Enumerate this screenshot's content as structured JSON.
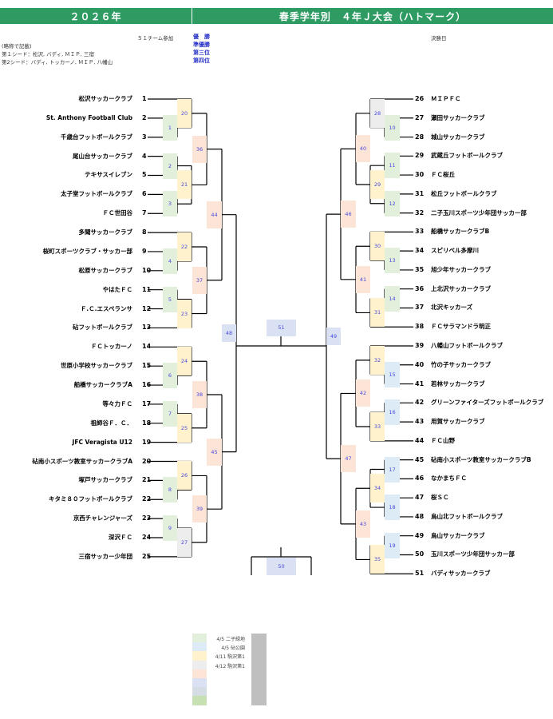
{
  "header": {
    "year": "２０２６年",
    "title": "春季学年別　４年Ｊ大会（ハトマーク）"
  },
  "notes": {
    "teams_count": "５１チーム参加",
    "abbrev": "(略称で記載)",
    "seed1": "第１シード：松沢, バディ, ＭＩＰ, 三宿",
    "seed2": "第2シード：バディ, トッカーノ, ＭＩＰ, 八幡山",
    "final_day": "決勝日"
  },
  "ranks": [
    "優　勝",
    "準優勝",
    "第三位",
    "第四位"
  ],
  "teams_left": [
    {
      "num": "1",
      "name": "松沢サッカークラブ"
    },
    {
      "num": "2",
      "name": "St. Anthony Football Club"
    },
    {
      "num": "3",
      "name": "千歳台フットボールクラブ"
    },
    {
      "num": "4",
      "name": "尾山台サッカークラブ"
    },
    {
      "num": "5",
      "name": "テキサスイレブン"
    },
    {
      "num": "6",
      "name": "太子堂フットボールクラブ"
    },
    {
      "num": "7",
      "name": "ＦＣ世田谷"
    },
    {
      "num": "8",
      "name": "多聞サッカークラブ"
    },
    {
      "num": "9",
      "name": "桜町スポーツクラブ・サッカー部"
    },
    {
      "num": "10",
      "name": "松原サッカークラブ"
    },
    {
      "num": "11",
      "name": "やはたＦＣ"
    },
    {
      "num": "12",
      "name": "Ｆ.Ｃ.エスペランサ"
    },
    {
      "num": "13",
      "name": "砧フットボールクラブ"
    },
    {
      "num": "14",
      "name": "ＦＣトッカーノ"
    },
    {
      "num": "15",
      "name": "世原小学校サッカークラブ"
    },
    {
      "num": "16",
      "name": "船橋サッカークラブA"
    },
    {
      "num": "17",
      "name": "等々力ＦＣ"
    },
    {
      "num": "18",
      "name": "祖師谷Ｆ．Ｃ．"
    },
    {
      "num": "19",
      "name": "JFC Veragista U12"
    },
    {
      "num": "20",
      "name": "砧南小スポーツ教室サッカークラブA"
    },
    {
      "num": "21",
      "name": "塚戸サッカークラブ"
    },
    {
      "num": "22",
      "name": "キタミ８０フットボールクラブ"
    },
    {
      "num": "23",
      "name": "京西チャレンジャーズ"
    },
    {
      "num": "24",
      "name": "深沢ＦＣ"
    },
    {
      "num": "25",
      "name": "三宿サッカー少年団"
    }
  ],
  "teams_right": [
    {
      "num": "26",
      "name": "ＭＩＰＦＣ"
    },
    {
      "num": "27",
      "name": "瀬田サッカークラブ"
    },
    {
      "num": "28",
      "name": "城山サッカークラブ"
    },
    {
      "num": "29",
      "name": "武蔵丘フットボールクラブ"
    },
    {
      "num": "30",
      "name": "ＦＣ桜丘"
    },
    {
      "num": "31",
      "name": "松丘フットボールクラブ"
    },
    {
      "num": "32",
      "name": "二子玉川スポーツ少年団サッカー部"
    },
    {
      "num": "33",
      "name": "船橋サッカークラブB"
    },
    {
      "num": "34",
      "name": "スピリベル多摩川"
    },
    {
      "num": "35",
      "name": "旭少年サッカークラブ"
    },
    {
      "num": "36",
      "name": "上北沢サッカークラブ"
    },
    {
      "num": "37",
      "name": "北沢キッカーズ"
    },
    {
      "num": "38",
      "name": "ＦＣサラマンドラ明正"
    },
    {
      "num": "39",
      "name": "八幡山フットボールクラブ"
    },
    {
      "num": "40",
      "name": "竹の子サッカークラブ"
    },
    {
      "num": "41",
      "name": "若林サッカークラブ"
    },
    {
      "num": "42",
      "name": "グリーンファイターズフットボールクラブ"
    },
    {
      "num": "43",
      "name": "用賀サッカークラブ"
    },
    {
      "num": "44",
      "name": "ＦＣ山野"
    },
    {
      "num": "45",
      "name": "砧南小スポーツ教室サッカークラブB"
    },
    {
      "num": "46",
      "name": "なかまちＦＣ"
    },
    {
      "num": "47",
      "name": "桜ＳＣ"
    },
    {
      "num": "48",
      "name": "烏山北フットボールクラブ"
    },
    {
      "num": "49",
      "name": "烏山サッカークラブ"
    },
    {
      "num": "50",
      "name": "玉川スポーツ少年団サッカー部"
    },
    {
      "num": "51",
      "name": "バディサッカークラブ"
    }
  ],
  "matches": {
    "m1": "1",
    "m2": "2",
    "m3": "3",
    "m4": "4",
    "m5": "5",
    "m6": "6",
    "m7": "7",
    "m8": "8",
    "m9": "9",
    "m10": "10",
    "m11": "11",
    "m12": "12",
    "m13": "13",
    "m14": "14",
    "m15": "15",
    "m16": "16",
    "m17": "17",
    "m18": "18",
    "m19": "19",
    "m20": "20",
    "m21": "21",
    "m22": "22",
    "m23": "23",
    "m24": "24",
    "m25": "25",
    "m26": "26",
    "m27": "27",
    "m28": "28",
    "m29": "29",
    "m30": "30",
    "m31": "31",
    "m32": "32",
    "m33": "33",
    "m34": "34",
    "m35": "35",
    "m36": "36",
    "m37": "37",
    "m38": "38",
    "m39": "39",
    "m40": "40",
    "m41": "41",
    "m42": "42",
    "m43": "43",
    "m44": "44",
    "m45": "45",
    "m46": "46",
    "m47": "47",
    "m48": "48",
    "m49": "49",
    "m50": "50",
    "m51": "51"
  },
  "legend": [
    {
      "label": "4/5 二子緑地",
      "color": "#e2efda"
    },
    {
      "label": "4/5 砧公園",
      "color": "#ddebf7"
    },
    {
      "label": "4/11 駒沢第1",
      "color": "#fff2cc"
    },
    {
      "label": "4/12 駒沢第1",
      "color": "#ededed"
    },
    {
      "label": "",
      "color": "#fce4d6"
    },
    {
      "label": "",
      "color": "#d9e1f2"
    },
    {
      "label": "",
      "color": "#d6dce4"
    },
    {
      "label": "",
      "color": "#c6e0b4"
    }
  ]
}
